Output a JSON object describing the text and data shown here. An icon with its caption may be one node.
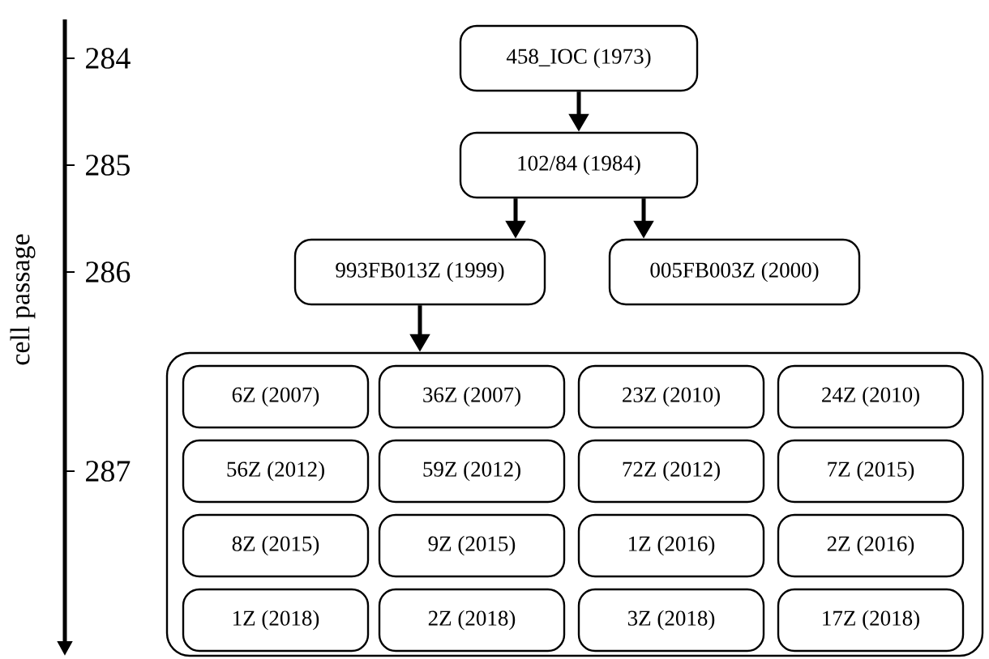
{
  "diagram": {
    "nodes": [
      {
        "text": [
          "458_IOC (1973)"
        ]
      },
      {
        "text": [
          "102/84 (1984)"
        ]
      },
      {
        "text": [
          "993FB013Z (1999)"
        ]
      },
      {
        "text": [
          "005FB003Z (2000)"
        ]
      },
      {
        "text": [],
        "shape": "box"
      },
      {
        "text": [
          "6Z (2007)"
        ],
        "in": 4
      },
      {
        "text": [
          "36Z (2007)"
        ],
        "in": 4
      },
      {
        "text": [
          "23Z (2010)"
        ],
        "in": 4
      },
      {
        "text": [
          "24Z (2010)"
        ],
        "in": 4
      },
      {
        "text": [
          "56Z (2012)"
        ],
        "in": 4
      },
      {
        "text": [
          "59Z (2012)"
        ],
        "in": 4
      },
      {
        "text": [
          "72Z (2012)"
        ],
        "in": 4
      },
      {
        "text": [
          "7Z (2015)"
        ],
        "in": 4
      },
      {
        "text": [
          "8Z (2015)"
        ],
        "in": 4
      },
      {
        "text": [
          "9Z (2015)"
        ],
        "in": 4
      },
      {
        "text": [
          "1Z (2016)"
        ],
        "in": 4
      },
      {
        "text": [
          "2Z (2016)"
        ],
        "in": 4
      },
      {
        "text": [
          "1Z (2018)"
        ],
        "in": 4
      },
      {
        "text": [
          "2Z (2018)"
        ],
        "in": 4
      },
      {
        "text": [
          "3Z (2018)"
        ],
        "in": 4
      },
      {
        "text": [
          "17Z (2018)"
        ],
        "in": 4
      }
    ],
    "edges": [
      {
        "from": 0,
        "to": 1,
        "arrow": "to"
      },
      {
        "from": 1,
        "to": 2,
        "arrow": "to"
      },
      {
        "from": 1,
        "to": 3,
        "arrow": "to"
      },
      {
        "from": 2,
        "to": 4,
        "arrow": "to"
      }
    ],
    "labels": [
      "cell passage",
      "284",
      "285",
      "286",
      "287"
    ]
  }
}
